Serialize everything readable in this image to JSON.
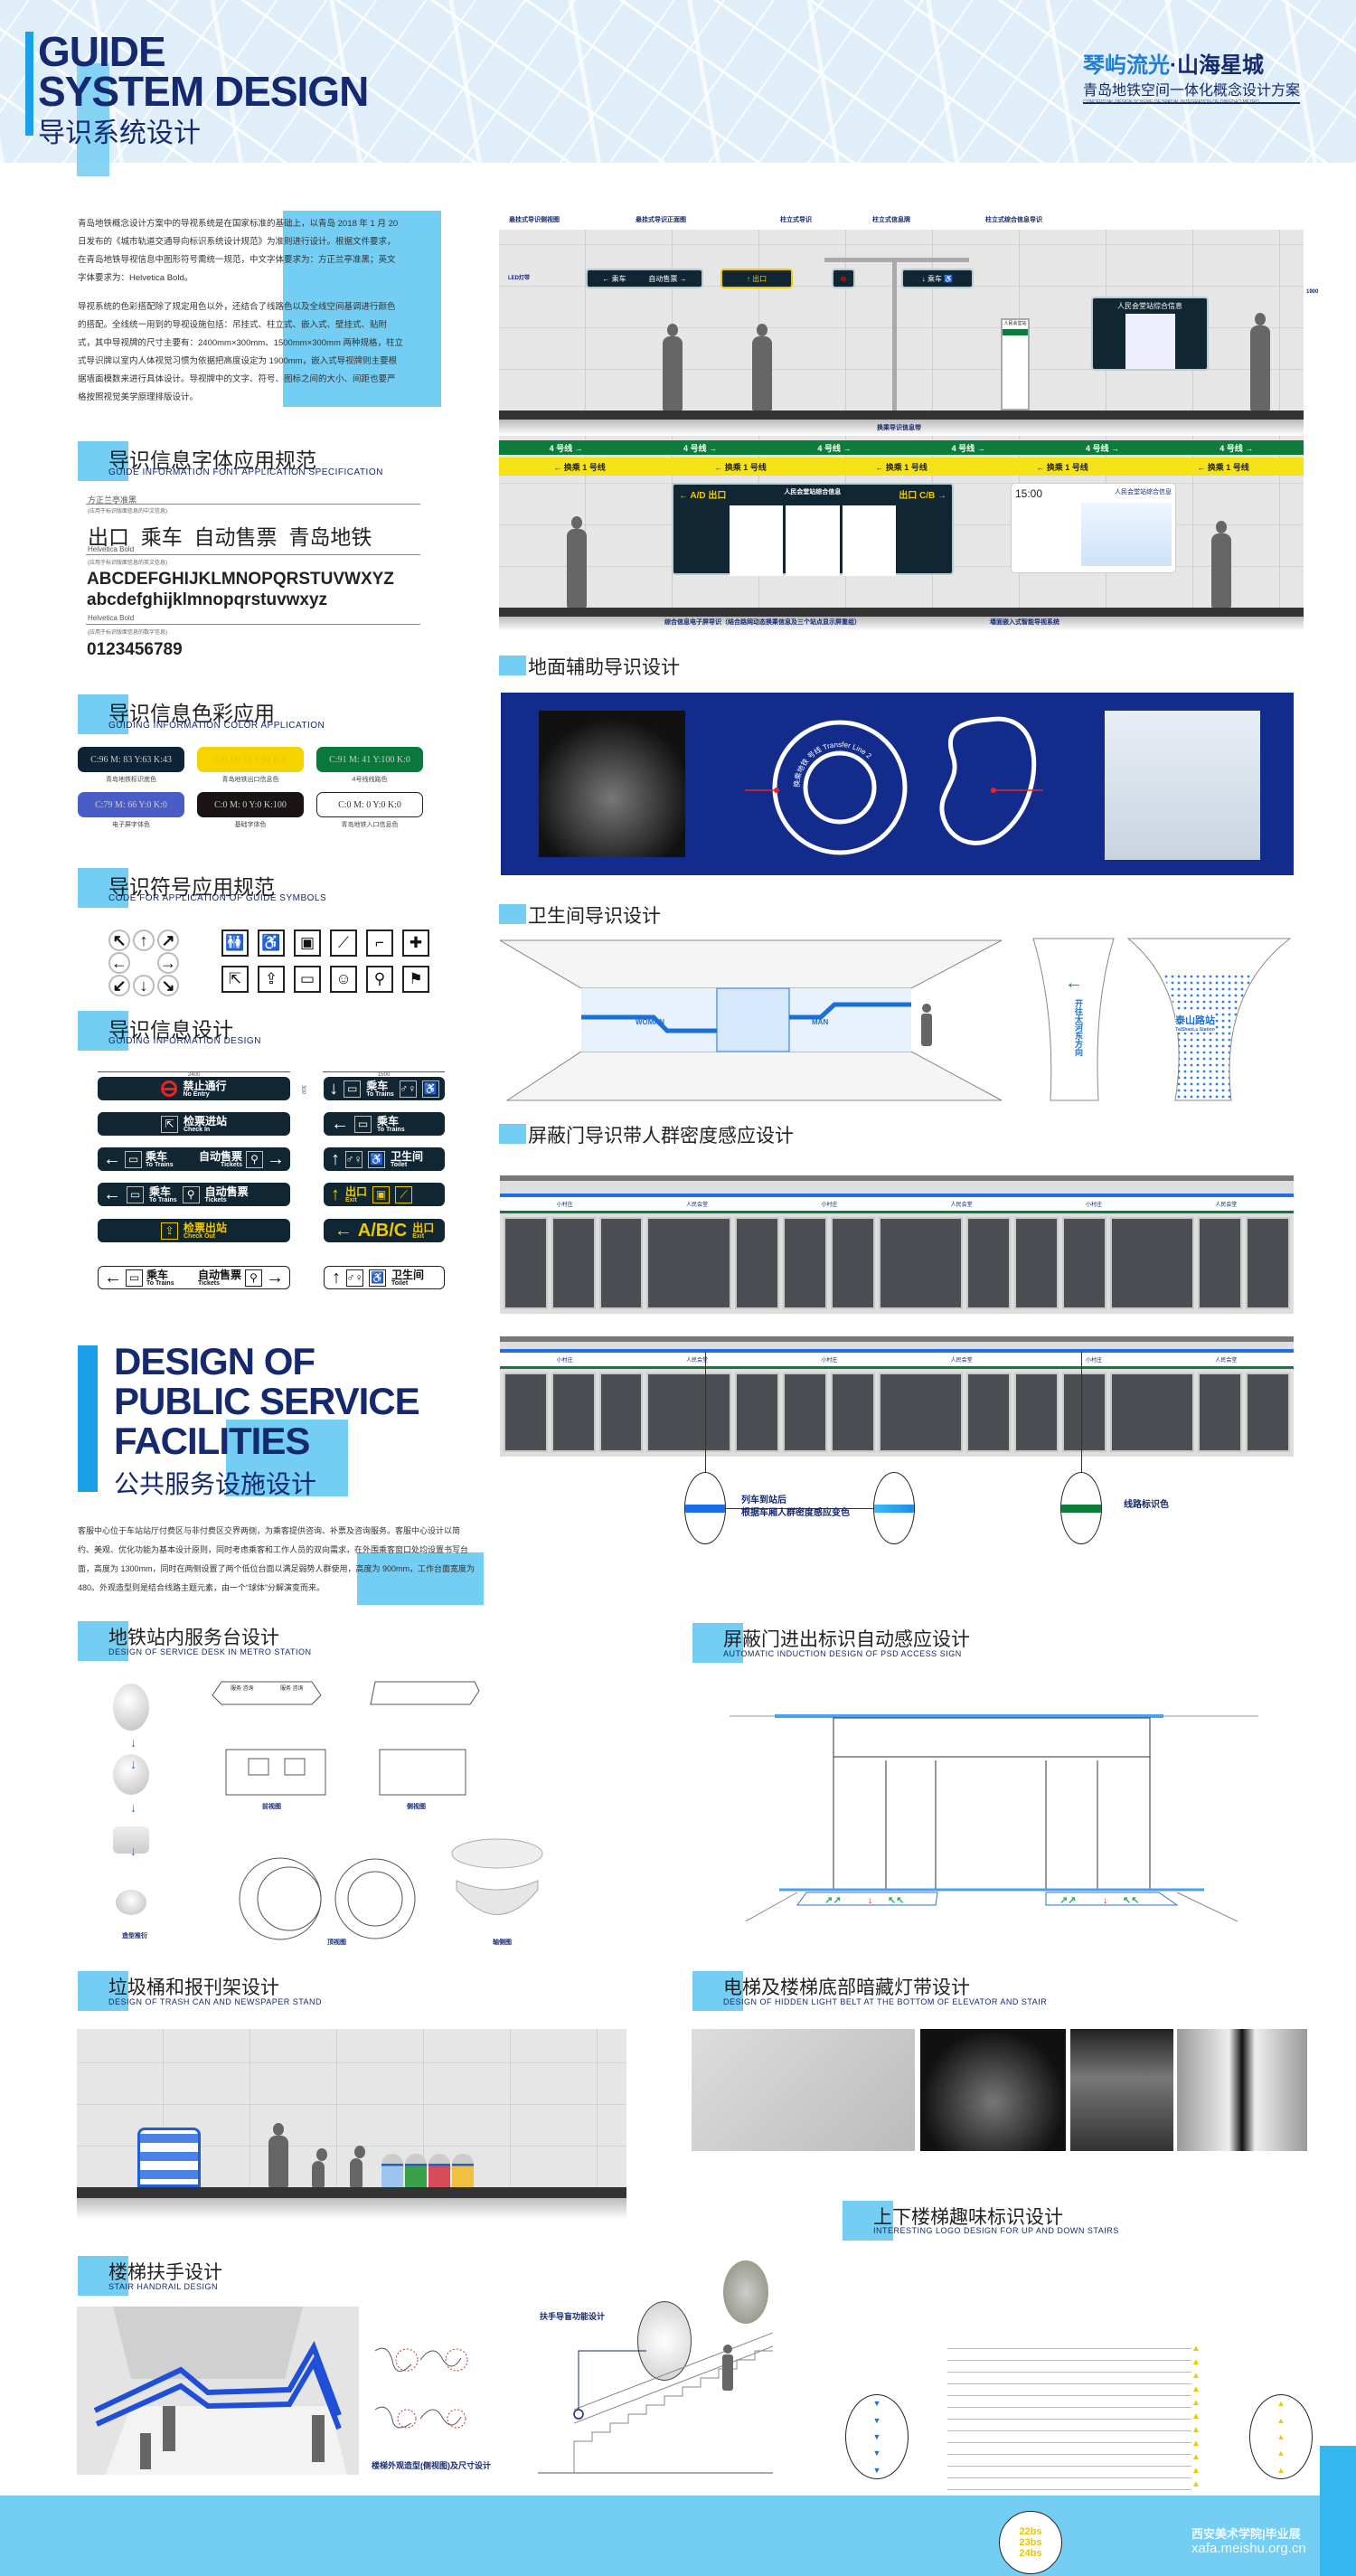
{
  "header": {
    "title_line1": "GUIDE",
    "title_line2": "SYSTEM DESIGN",
    "title_cn": "导识系统设计",
    "brand_cn_a": "琴屿流光",
    "brand_cn_b": "·山海星城",
    "brand_sub": "青岛地铁空间一体化概念设计方案",
    "brand_en": "CONCEPTUAL DESIGN SCHEME OF SPATIAL INTEGRATION OF QINGDAO METRO"
  },
  "intro": {
    "p1": "青岛地铁概念设计方案中的导视系统是在国家标准的基础上，以青岛 2018 年 1 月 20 日发布的《城市轨道交通导向标识系统设计规范》为准则进行设计。根据文件要求，在青岛地铁导视信息中图形符号需统一规范，中文字体要求为：方正兰亭准黑；英文字体要求为：Helvetica Bold。",
    "p2": "导视系统的色彩搭配除了规定用色以外，还结合了线路色以及全线空间基调进行颜色的搭配。全线统一用到的导视设施包括：吊挂式、柱立式、嵌入式、壁挂式、贴附式，其中导视牌的尺寸主要有：2400mm×300mm、1500mm×300mm 两种规格，柱立式导识牌以室内人体视觉习惯为依据把高度设定为 1900mm，嵌入式导视牌则主要根据墙面模数来进行具体设计。导视牌中的文字、符号、图标之间的大小、间距也要严格按照视觉美学原理排版设计。"
  },
  "font_spec": {
    "title": "导识信息字体应用规范",
    "en": "GUIDE INFORMATION FONT APPLICATION SPECIFICATION",
    "cn_font": "方正兰亭准黑",
    "cn_note": "(应用于标识版面信息的中文信息)",
    "cn_sample": "出口  乘车  自动售票  青岛地铁",
    "en_font": "Helvetica Bold",
    "en_note": "(应用于标识版面信息的英文信息)",
    "en_upper": "ABCDEFGHIJKLMNOPQRSTUVWXYZ",
    "en_lower": "abcdefghijklmnopqrstuvwxyz",
    "num_font": "Helvetica Bold",
    "num_note": "(应用于标识版面信息的数字信息)",
    "num_sample": "0123456789"
  },
  "colors": {
    "title": "导识信息色彩应用",
    "en": "GUIDING INFORMATION COLOR APPLICATION",
    "swatches": [
      {
        "code": "C:96  M: 83  Y:63  K:43",
        "caption": "青岛地铁标识底色",
        "color": "#0d2436"
      },
      {
        "code": "C:0  M: 18  Y:94  K:0",
        "caption": "青岛地铁出口信息色",
        "color": "#f6d400"
      },
      {
        "code": "C:91  M: 41  Y:100  K:0",
        "caption": "4号线线路色",
        "color": "#08793b"
      },
      {
        "code": "C:79  M: 66  Y:0  K:0",
        "caption": "电子屏字体色",
        "color": "#4a5dc6"
      },
      {
        "code": "C:0  M: 0  Y:0  K:100",
        "caption": "基础字体色",
        "color": "#1b1414"
      },
      {
        "code": "C:0  M: 0  Y:0  K:0",
        "caption": "青岛地铁入口信息色",
        "color": "#ffffff"
      }
    ]
  },
  "symbols": {
    "title": "导识符号应用规范",
    "en": "CODE FOR APPLICATION OF GUIDE SYMBOLS",
    "arrows": [
      "↖",
      "↑",
      "↗",
      "←",
      "→",
      "↙",
      "↓",
      "↘"
    ],
    "icons": [
      "🚻",
      "♿",
      "▣",
      "⟋",
      "⌐",
      "✚",
      "⇱",
      "⇪",
      "▭",
      "☺",
      "⚲",
      "⚑"
    ]
  },
  "info_design": {
    "title": "导识信息设计",
    "en": "GUIDING INFORMATION DESIGN",
    "dim_long": "2400",
    "dim_short": "1500",
    "dim_h": "300",
    "no_entry_cn": "禁止通行",
    "no_entry_en": "No Entry",
    "check_in_cn": "检票进站",
    "check_in_en": "Check In",
    "trains_cn": "乘车",
    "trains_en": "To Trains",
    "tickets_cn": "自动售票",
    "tickets_en": "Tickets",
    "check_out_cn": "检票出站",
    "check_out_en": "Check Out",
    "toilet_cn": "卫生间",
    "toilet_en": "Toilet",
    "exit_cn": "出口",
    "exit_en": "Exit",
    "exits_abc": "A/B/C"
  },
  "facilities": {
    "line1": "DESIGN OF",
    "line2": "PUBLIC SERVICE",
    "line3": "FACILITIES",
    "cn": "公共服务设施设计",
    "paragraph": "客服中心位于车站站厅付费区与非付费区交界两侧，为乘客提供咨询、补票及咨询服务。客服中心设计以简约、美观、优化功能为基本设计原则，同时考虑乘客和工作人员的双向需求，在外围乘客窗口处均设置书写台面，高度为 1300mm，同时在两侧设置了两个低位台面以满足弱势人群使用，高度为 900mm，工作台面宽度为 480。外观造型则是结合线路主题元素，由一个“球体”分解演变而来。"
  },
  "elevation": {
    "labels": [
      "悬挂式导识侧视图",
      "悬挂式导识正面图",
      "柱立式导识",
      "柱立式信息牌",
      "柱立式综合信息导识"
    ],
    "led": "LED灯带",
    "h1900": "1900",
    "station": "人民会堂站",
    "station_info": "人民会堂站综合信息",
    "transfer_label": "换乘导识信息带",
    "line4": "4 号线 →",
    "transfer1": "← 换乘 1 号线",
    "exit_ad": "← A/D 出口",
    "exit_cb": "出口 C/B →",
    "time": "15:00",
    "bottom_left": "综合信息电子屏导识（结合路网动态换乘信息及三个站点显示屏重组）",
    "bottom_right": "墙面嵌入式智能导视系统"
  },
  "ground": {
    "title": "地面辅助导识设计",
    "ring_text": "换乘地铁 号线 Transfer Line 2"
  },
  "toilet": {
    "title": "卫生间导识设计",
    "woman": "WOMAN",
    "man": "MAN",
    "direction": "开往太河东方向",
    "station_cn": "泰山路站",
    "station_en": "TaiShanLu Station"
  },
  "psd": {
    "title": "屏蔽门导识带人群密度感应设计",
    "station_a": "小村庄",
    "station_b": "人民会堂",
    "note1": "列车到站后",
    "note2": "根据车厢人群密度感应变色",
    "note3": "线路标识色"
  },
  "desk": {
    "title": "地铁站内服务台设计",
    "en": "DESIGN OF SERVICE DESK IN METRO STATION",
    "service": "服务  咨询",
    "front": "前视图",
    "side": "侧视图",
    "top": "顶视图",
    "axo": "轴侧图",
    "evolve": "造型推衍"
  },
  "psd_sign": {
    "title": "屏蔽门进出标识自动感应设计",
    "en": "AUTOMATIC INDUCTION DESIGN OF PSD ACCESS SIGN"
  },
  "trash": {
    "title": "垃圾桶和报刊架设计",
    "en": "DESIGN OF TRASH CAN AND NEWSPAPER STAND"
  },
  "light": {
    "title": "电梯及楼梯底部暗藏灯带设计",
    "en": "DESIGN OF HIDDEN LIGHT BELT AT THE BOTTOM OF ELEVATOR AND STAIR"
  },
  "stairs_logo": {
    "title": "上下楼梯趣味标识设计",
    "en": "INTERESTING LOGO DESIGN FOR UP AND DOWN STAIRS",
    "steps": [
      "22bs",
      "23bs",
      "24bs"
    ]
  },
  "handrail": {
    "title": "楼梯扶手设计",
    "en": "STAIR HANDRAIL DESIGN",
    "caption": "楼梯外观造型(侧视图)及尺寸设计",
    "blind": "扶手导盲功能设计"
  },
  "watermark": {
    "school": "西安美术学院|毕业展",
    "url": "xafa.meishu.org.cn"
  }
}
